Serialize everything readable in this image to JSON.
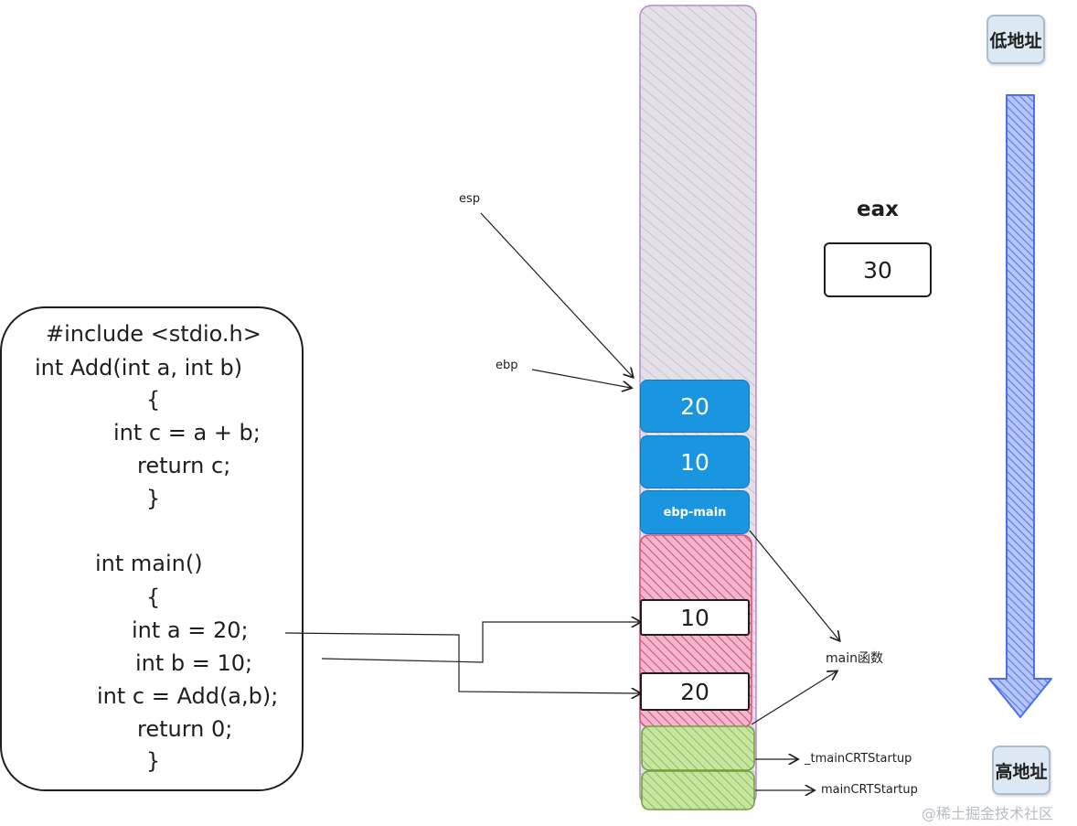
{
  "code": {
    "lines": [
      "#include <stdio.h>",
      "int Add(int a, int b)",
      "{",
      "int c = a + b;",
      "return c;",
      "}",
      "int main()",
      "{",
      "int a = 20;",
      "int b = 10;",
      "int c = Add(a,b);",
      "return 0;",
      "}"
    ]
  },
  "stack": {
    "blue_cells": [
      "20",
      "10",
      "ebp-main"
    ],
    "main_cells": [
      "10",
      "20"
    ]
  },
  "labels": {
    "esp": "esp",
    "ebp": "ebp",
    "main_func": "main函数",
    "tmain_crt": "_tmainCRTStartup",
    "main_crt": "mainCRTStartup"
  },
  "register": {
    "name": "eax",
    "value": "30"
  },
  "address": {
    "low": "低地址",
    "high": "高地址"
  },
  "watermark": "@稀土掘金技术社区",
  "colors": {
    "stack_top": "#d9d6df",
    "stack_outline": "#b98bc4",
    "blue": "#1a95e0",
    "main_frame": "#e64980",
    "crt_frame": "#a7cf74",
    "arrow": "#4c6ef5"
  }
}
